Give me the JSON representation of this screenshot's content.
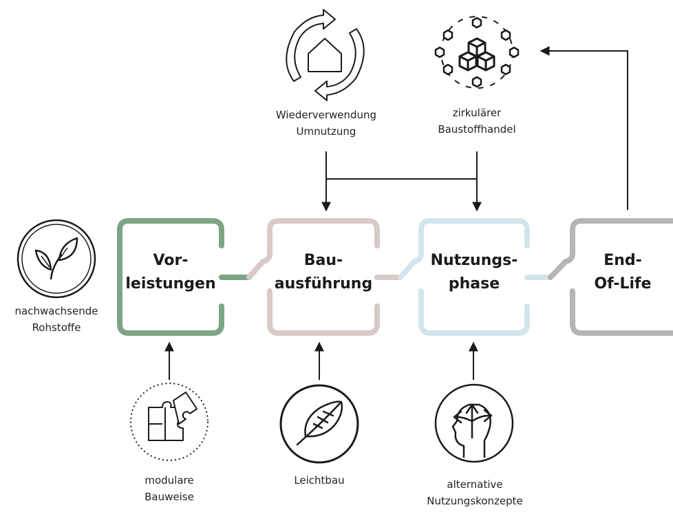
{
  "stages": [
    {
      "line1": "Vor-",
      "line2": "leistungen",
      "color": "#7da585"
    },
    {
      "line1": "Bau-",
      "line2": "ausführung",
      "color": "#d8cac6"
    },
    {
      "line1": "Nutzungs-",
      "line2": "phase",
      "color": "#d3e5ea"
    },
    {
      "line1": "End-",
      "line2": "Of-Life",
      "color": "#b5b5b5"
    }
  ],
  "top": {
    "reuse": {
      "line1": "Wiederverwendung",
      "line2": "Umnutzung",
      "icon": "house-recycle-icon"
    },
    "trade": {
      "line1": "zirkulärer",
      "line2": "Baustoffhandel",
      "icon": "cubes-network-icon"
    }
  },
  "left": {
    "line1": "nachwachsende",
    "line2": "Rohstoffe",
    "icon": "leaf-icon"
  },
  "bottom": [
    {
      "line1": "modulare",
      "line2": "Bauweise",
      "icon": "puzzle-icon"
    },
    {
      "line1": "Leichtbau",
      "line2": "",
      "icon": "feather-icon"
    },
    {
      "line1": "alternative",
      "line2": "Nutzungskonzepte",
      "icon": "head-arrows-icon"
    }
  ],
  "colors": {
    "arrow": "#1a1a1a",
    "icon_stroke": "#1a1a1a"
  }
}
